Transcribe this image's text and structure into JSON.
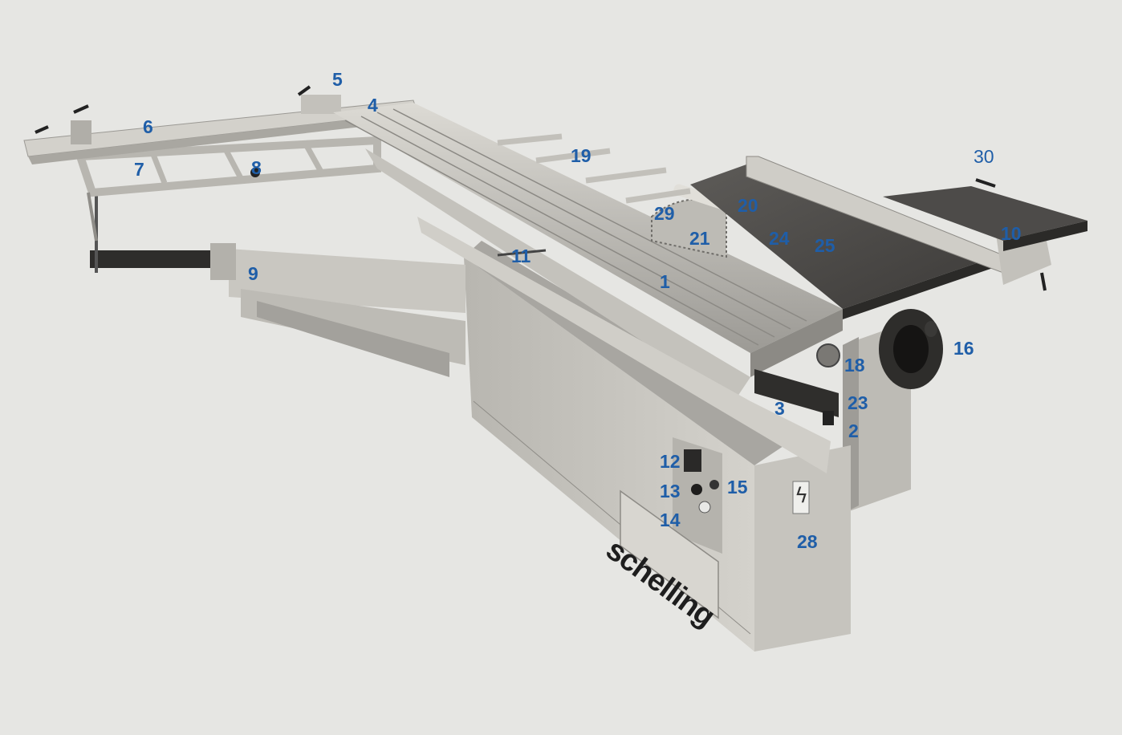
{
  "brand": {
    "logo_text": "schelling",
    "logo_color": "#1e1e1e"
  },
  "colors": {
    "label": "#1f5ea8",
    "background": "#e6e6e3",
    "metal_light": "#cfcdc7",
    "metal_mid": "#a9a7a1",
    "metal_dark": "#4a4846"
  },
  "callouts": {
    "c1": "1",
    "c2": "2",
    "c3": "3",
    "c4": "4",
    "c5": "5",
    "c6": "6",
    "c7": "7",
    "c8": "8",
    "c9": "9",
    "c10": "10",
    "c11": "11",
    "c12": "12",
    "c13": "13",
    "c14": "14",
    "c15": "15",
    "c16": "16",
    "c18": "18",
    "c19": "19",
    "c20": "20",
    "c21": "21",
    "c23": "23",
    "c24": "24",
    "c25": "25",
    "c28": "28",
    "c29": "29",
    "c30": "30"
  },
  "warning_symbol": "ϟ"
}
